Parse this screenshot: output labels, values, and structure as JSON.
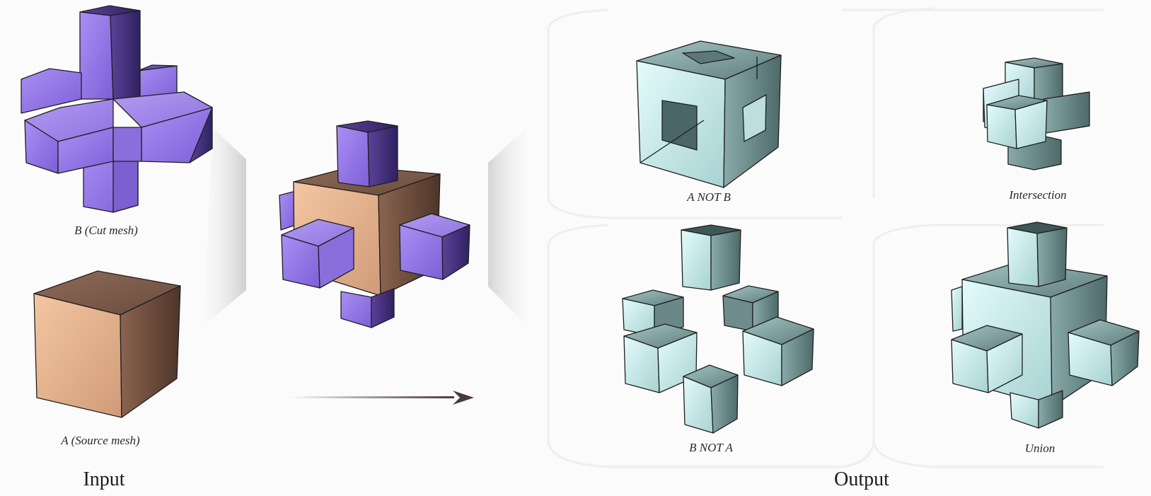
{
  "labels": {
    "b_cut_mesh": "B (Cut mesh)",
    "a_source_mesh": "A (Source mesh)",
    "a_not_b": "A NOT B",
    "b_not_a": "B NOT A",
    "intersection": "Intersection",
    "union": "Union"
  },
  "sections": {
    "input": "Input",
    "output": "Output"
  },
  "colors": {
    "cut_mesh": "#9b82e8",
    "source_mesh": "#e6b591",
    "result_mesh": "#bfe6e6",
    "edge": "#1f1f1f",
    "arrow": "#4a3a3c"
  }
}
